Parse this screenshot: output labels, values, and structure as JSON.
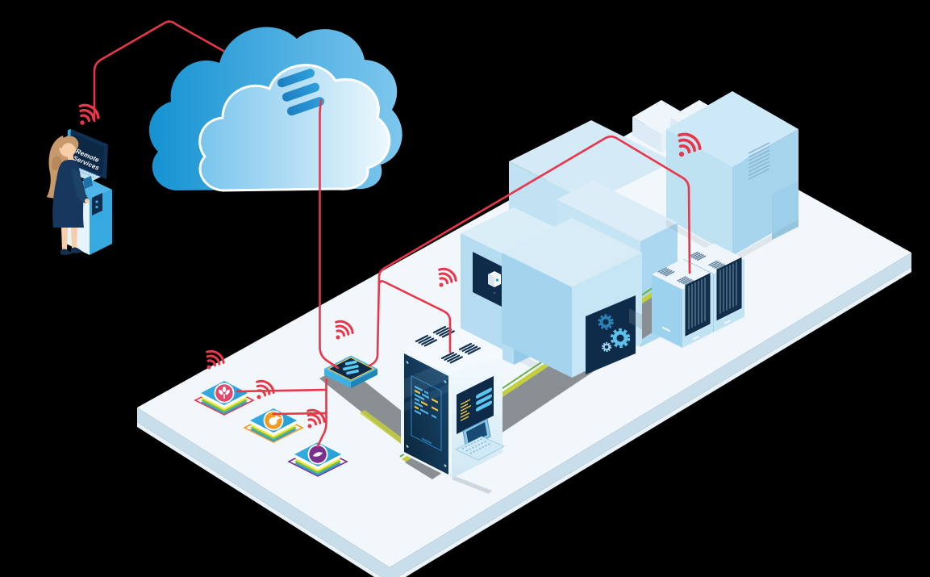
{
  "scene": {
    "background": "#000000",
    "connection_color": "#e8374a",
    "wifi": {
      "color": "#e8374a",
      "count": 7
    },
    "kiosk": {
      "screen_line1": "Remote",
      "screen_line2": "Services"
    },
    "cloud": {
      "logo_icon": "three-bars-logo",
      "dark_color": "#1592d2",
      "light_color": "#e9f6fd",
      "logo_color": "#1d7ec2"
    },
    "platform": {
      "top_color": "#f2f7fb",
      "side_color": "#c8deeb"
    },
    "tiles": [
      {
        "icon": "grain-icon",
        "circle_color": "#e6476e",
        "outline_color": "#e8374a"
      },
      {
        "icon": "poultry-icon",
        "circle_color": "#f49b1f",
        "outline_color": "#f49b1f"
      },
      {
        "icon": "grain-kernel-icon",
        "circle_color": "#7b2f8e",
        "outline_color": "#7b2f8e"
      }
    ],
    "devices": {
      "tablet_logo_icon": "three-bars-logo",
      "cabinet_side_logo_icon": "three-bars-logo",
      "sensor_icon": "sensor-cube-icon",
      "gears_icon": "gears-icon"
    }
  }
}
